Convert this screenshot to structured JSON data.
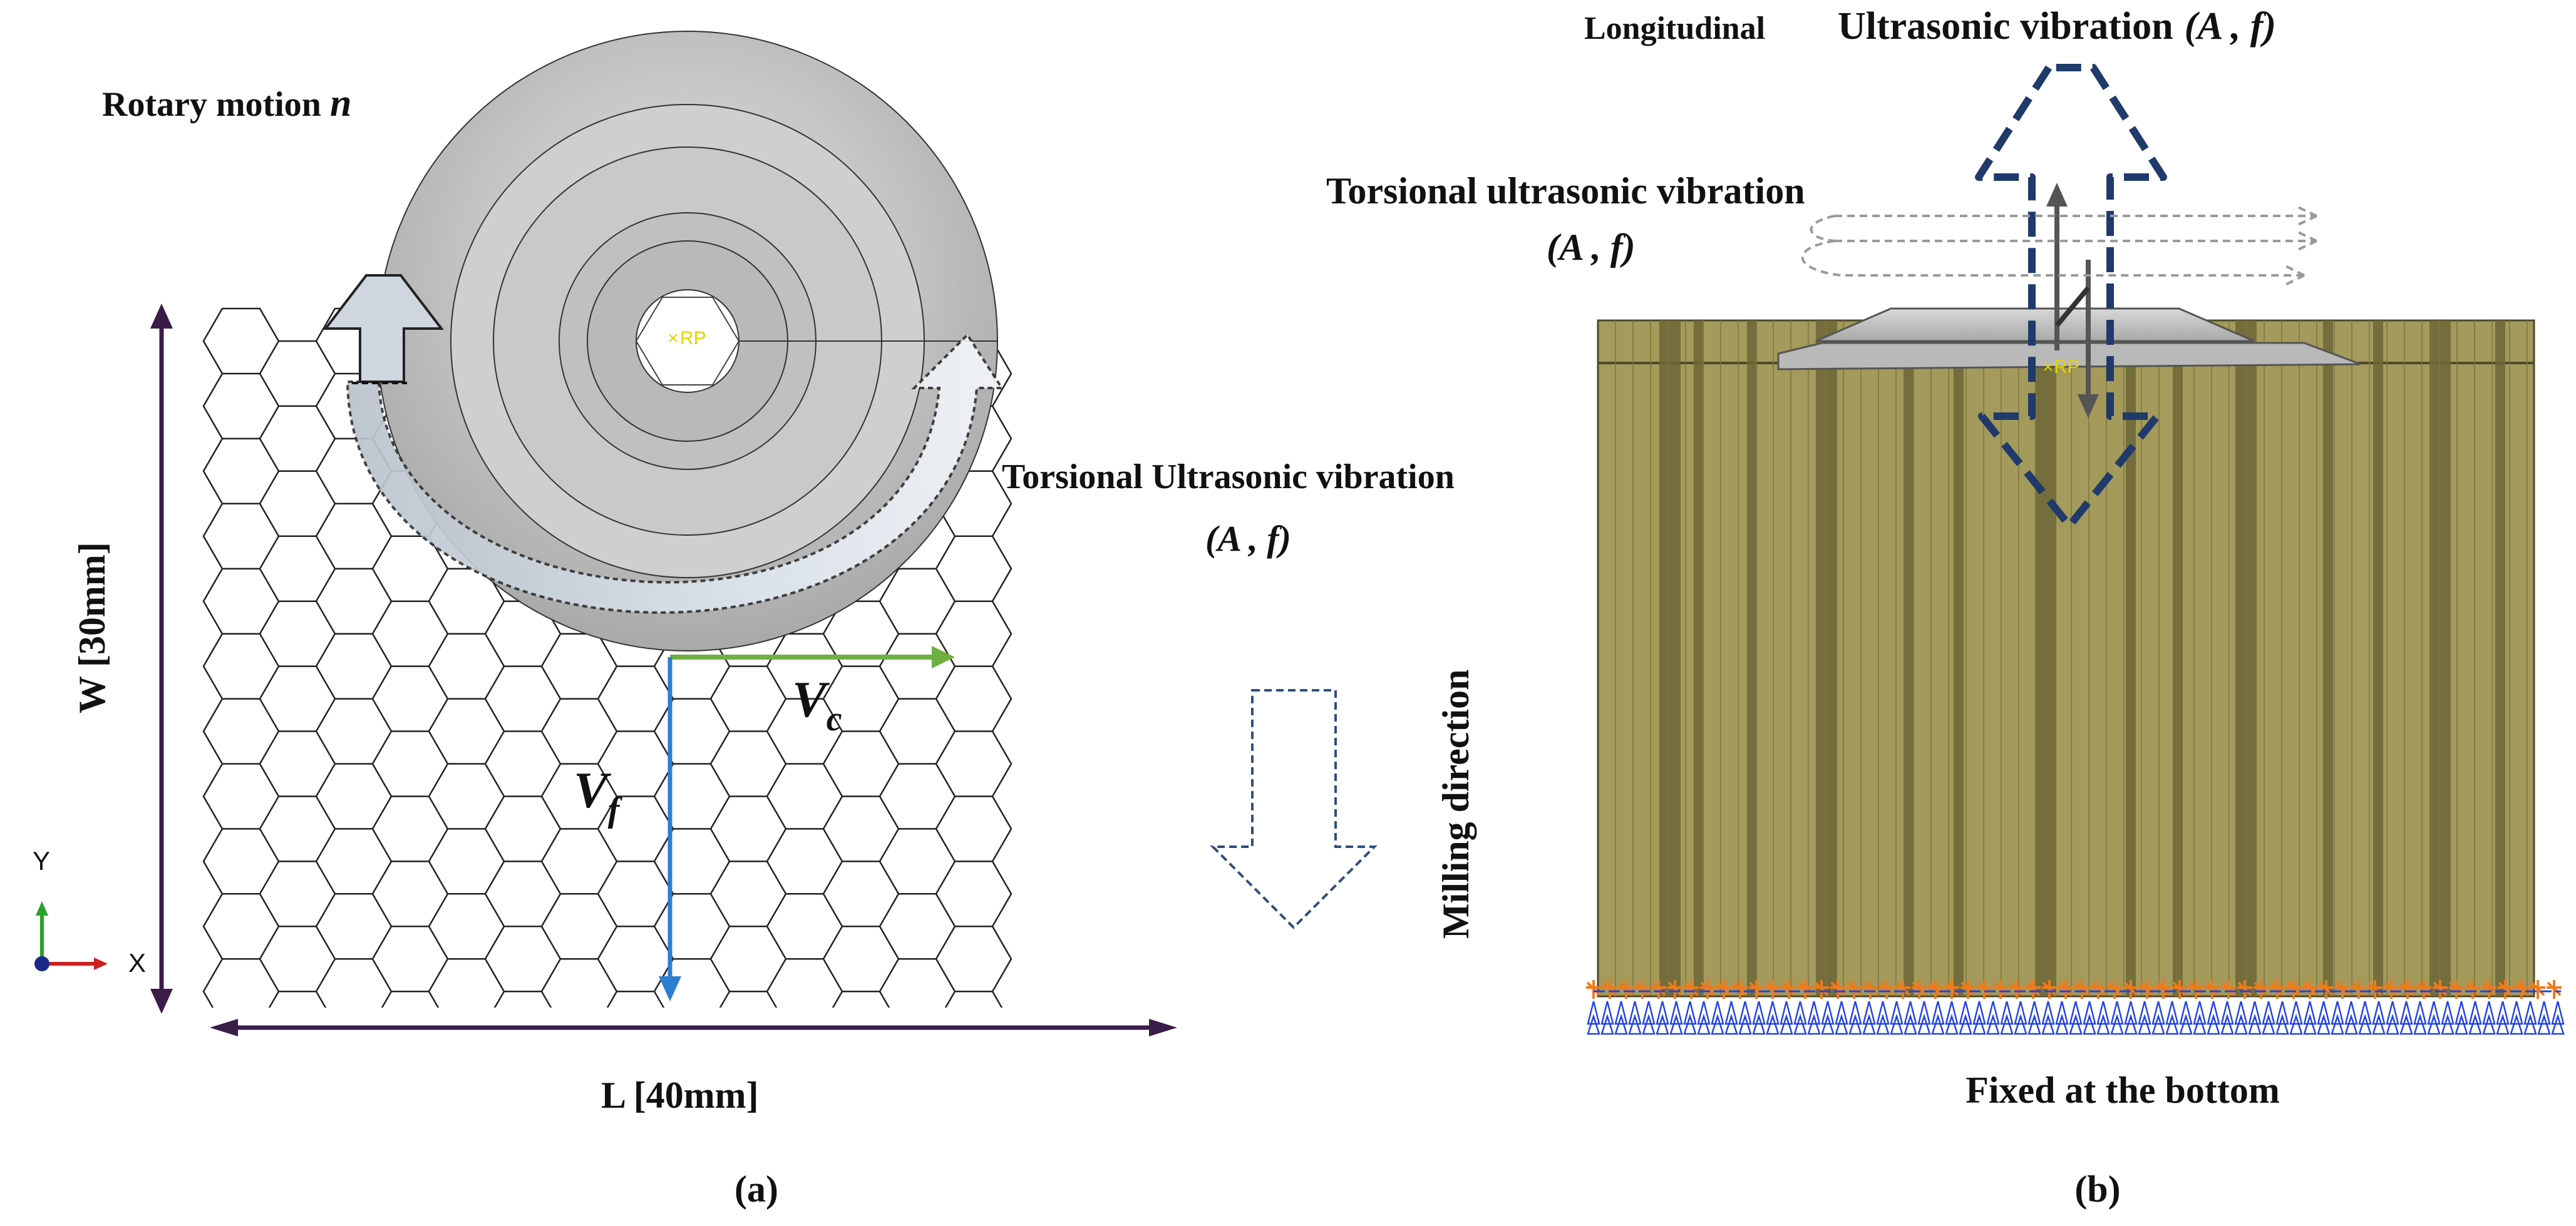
{
  "panel_a": {
    "caption": "(a)",
    "rotary_label": "Rotary motion",
    "rotary_symbol": "n",
    "torsional_label": "Torsional Ultrasonic vibration",
    "torsional_params": "(A  , f)",
    "width_label": "W [30mm]",
    "length_label": "L [40mm]",
    "vc_label": "V",
    "vc_sub": "c",
    "vf_label": "V",
    "vf_sub": "f",
    "milling_label": "Milling direction",
    "ref_point": "RP",
    "axis_y": "Y",
    "axis_x": "X",
    "colors": {
      "tool_light": "#e2e2e2",
      "tool_dark": "#a9a9a9",
      "vc_arrow": "#6fb043",
      "vf_arrow": "#2a7fd0",
      "dimension_line": "#3a1c48"
    }
  },
  "panel_b": {
    "caption": "(b)",
    "longitudinal_label": "Longitudinal",
    "ultrasonic_label": "Ultrasonic vibration",
    "ultrasonic_params": "(A  , f)",
    "torsional_label": "Torsional ultrasonic vibration",
    "torsional_params": "(A  , f)",
    "fixed_label": "Fixed at the bottom",
    "ref_point": "RP",
    "colors": {
      "fiber_base": "#a39a5b",
      "fiber_dark": "#6b6636",
      "vibration_arrow": "#1f3a6b",
      "bc_orange": "#f07a1a",
      "bc_blue": "#2244e0"
    }
  }
}
